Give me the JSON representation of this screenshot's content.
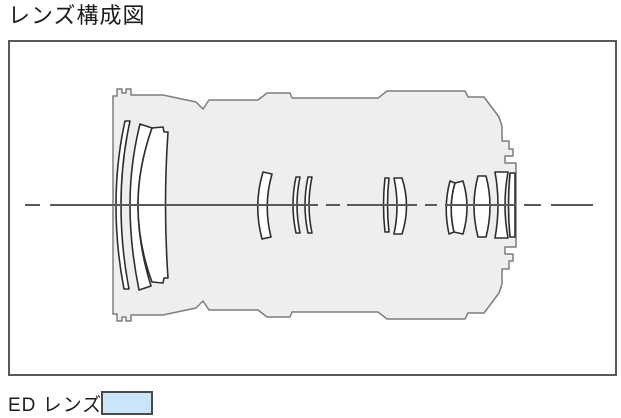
{
  "title": "レンズ構成図",
  "legend": {
    "label": "ED レンズ"
  },
  "colors": {
    "ed_lens_fill": "#c9e5f7",
    "lens_fill": "#ffffff",
    "lens_stroke": "#2e2e2e",
    "barrel_fill": "#eeeef0",
    "barrel_stroke": "#7d7d7d",
    "axis_color": "#5a5a5a",
    "frame_border": "#595959",
    "text_color": "#1c1c1c"
  },
  "diagram": {
    "type": "lens-construction-diagram",
    "element_count": 13,
    "ed_elements": [
      3
    ]
  }
}
